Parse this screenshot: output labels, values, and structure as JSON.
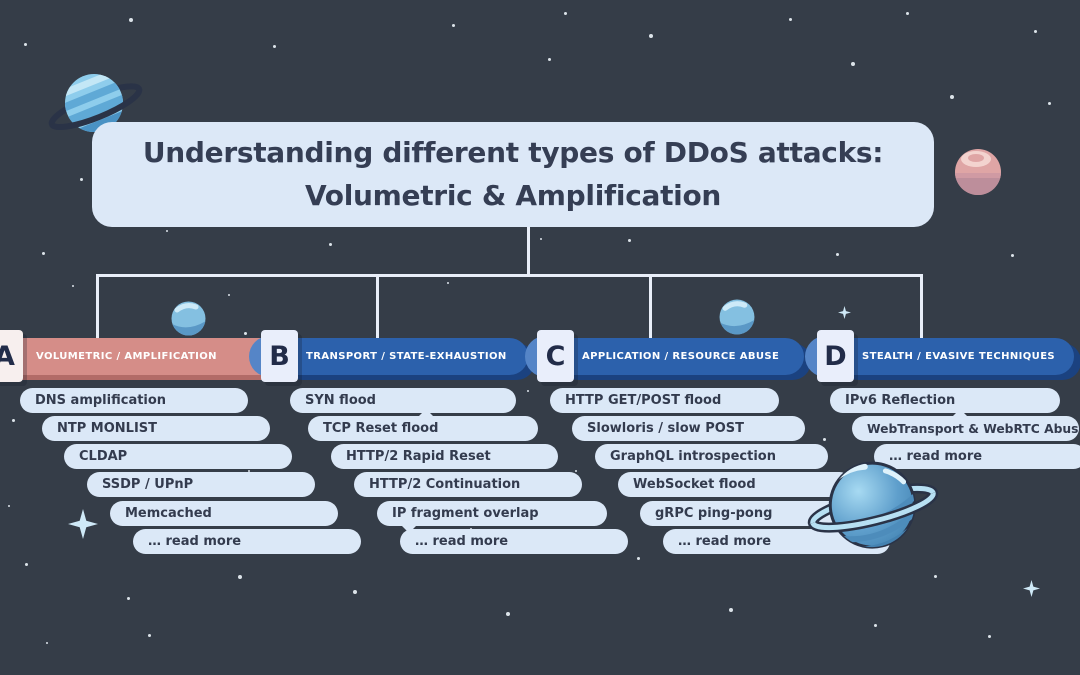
{
  "title": {
    "line1": "Understanding different types of DDoS attacks:",
    "line2": "Volumetric & Amplification"
  },
  "colors": {
    "background": "#353d48",
    "panel": "#dce8f7",
    "item_pill": "#dbe8f7",
    "text_dark": "#333b4e",
    "category_a_pink": "#d58d88",
    "category_blue": "#2c61ac",
    "connector_line": "#e9eff9"
  },
  "categories": [
    {
      "letter": "A",
      "label": "VOLUMETRIC / AMPLIFICATION",
      "color": "#d58d88",
      "items": [
        "DNS amplification",
        "NTP MONLIST",
        "CLDAP",
        "SSDP / UPnP",
        "Memcached",
        "… read more"
      ]
    },
    {
      "letter": "B",
      "label": "TRANSPORT / STATE-EXHAUSTION",
      "color": "#2c61ac",
      "items": [
        "SYN flood",
        "TCP Reset flood",
        "HTTP/2 Rapid Reset",
        "HTTP/2 Continuation",
        "IP fragment overlap",
        "… read more"
      ]
    },
    {
      "letter": "C",
      "label": "APPLICATION / RESOURCE ABUSE",
      "color": "#2c61ac",
      "items": [
        "HTTP GET/POST flood",
        "Slowloris / slow POST",
        "GraphQL introspection",
        "WebSocket flood",
        "gRPC ping-pong",
        "… read more"
      ]
    },
    {
      "letter": "D",
      "label": "STEALTH / EVASIVE TECHNIQUES",
      "color": "#2c61ac",
      "items": [
        "IPv6 Reflection",
        "WebTransport & WebRTC Abuse",
        "… read more"
      ]
    }
  ]
}
